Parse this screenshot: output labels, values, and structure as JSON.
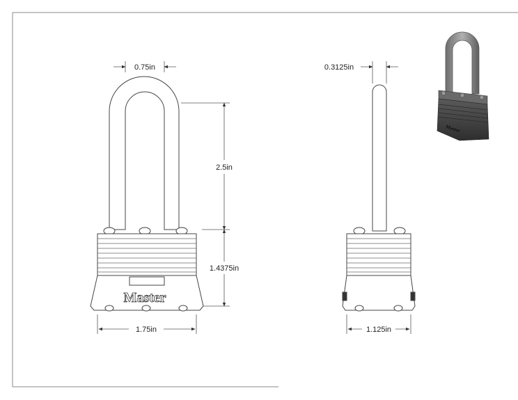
{
  "dimensions": {
    "front_shackle_width": "0.75in",
    "front_shackle_height": "2.5in",
    "front_body_height": "1.4375in",
    "front_body_width": "1.75in",
    "side_shackle_diameter": "0.3125in",
    "side_body_width": "1.125in"
  },
  "brand": {
    "label": "Master"
  },
  "colors": {
    "line": "#444444",
    "dimension_line": "#555555",
    "body_fill": "#ffffff",
    "render_body": "#4a4a4a",
    "render_shackle": "#8a8a8a"
  }
}
